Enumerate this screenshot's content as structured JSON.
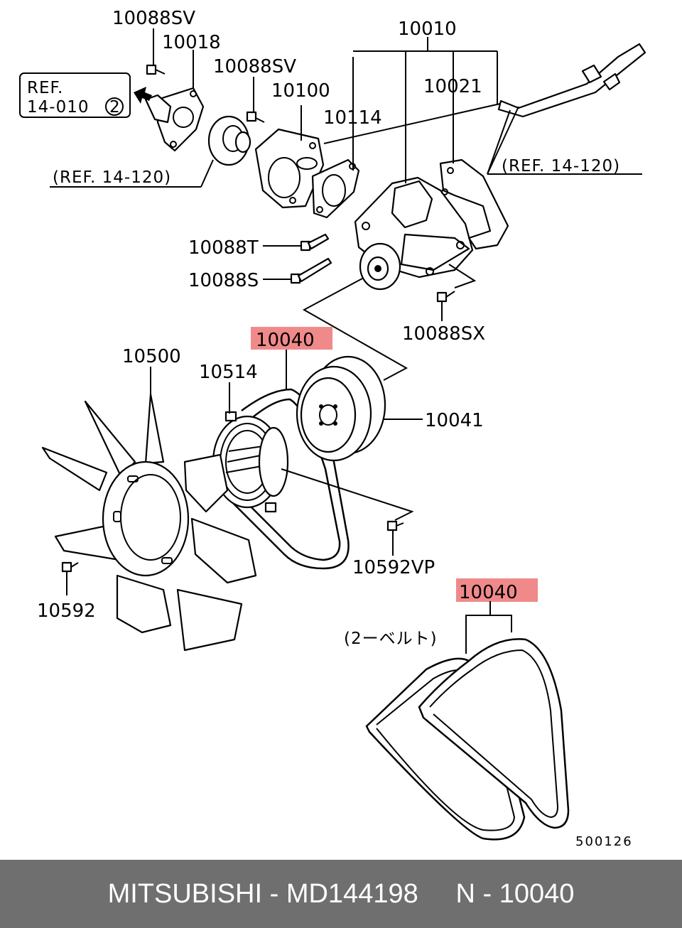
{
  "labels": {
    "p10088sv_a": "10088SV",
    "p10018": "10018",
    "p10088sv_b": "10088SV",
    "p10100": "10100",
    "p10010": "10010",
    "p10021": "10021",
    "p10114": "10114",
    "p10088t": "10088T",
    "p10088s": "10088S",
    "p10088sx": "10088SX",
    "p10040_a": "10040",
    "p10500": "10500",
    "p10514": "10514",
    "p10041": "10041",
    "p10592vp": "10592VP",
    "p10592": "10592",
    "p10040_b": "10040"
  },
  "refs": {
    "ref_box_line1": "REF.",
    "ref_box_line2": "14-010",
    "ref_box_circle": "2",
    "ref_left": "(REF. 14-120)",
    "ref_right": "(REF. 14-120)"
  },
  "belt_note": "(2ーベルト)",
  "diagram_code": "500126",
  "footer": {
    "text": "MITSUBISHI - MD144198     N - 10040"
  },
  "highlight_color": "#f08a8a",
  "footer_bg": "#6f6f6f"
}
